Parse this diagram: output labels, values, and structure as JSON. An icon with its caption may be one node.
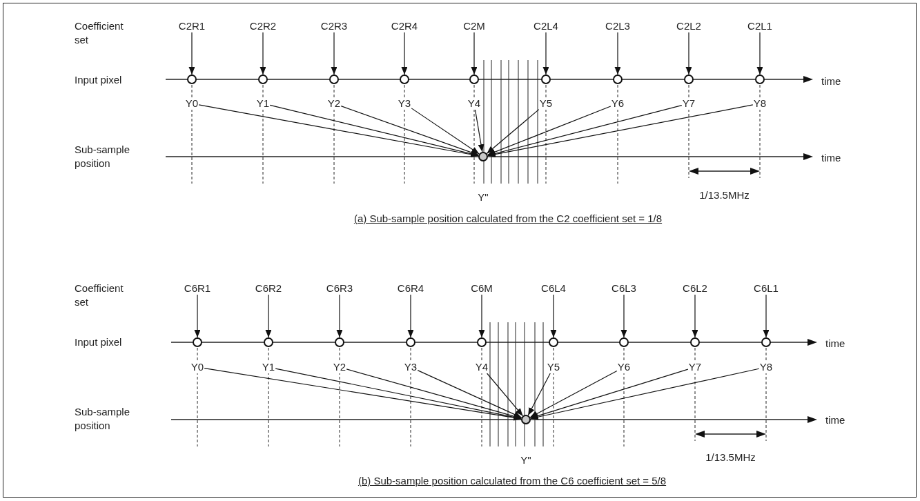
{
  "diagram": {
    "nodes": [
      {
        "text": [
          "C2R1"
        ]
      },
      {
        "text": [
          "C2R2"
        ]
      },
      {
        "text": [
          "C2R3"
        ]
      },
      {
        "text": [
          "C2R4"
        ]
      },
      {
        "text": [
          "C2M"
        ]
      },
      {
        "text": [
          "C2L4"
        ]
      },
      {
        "text": [
          "C2L3"
        ]
      },
      {
        "text": [
          "C2L2"
        ]
      },
      {
        "text": [
          "C2L1"
        ]
      },
      {
        "text": [],
        "shape": "circle"
      },
      {
        "text": [],
        "shape": "circle"
      },
      {
        "text": [],
        "shape": "circle"
      },
      {
        "text": [],
        "shape": "circle"
      },
      {
        "text": [],
        "shape": "circle"
      },
      {
        "text": [],
        "shape": "circle"
      },
      {
        "text": [],
        "shape": "circle"
      },
      {
        "text": [],
        "shape": "circle"
      },
      {
        "text": [],
        "shape": "circle"
      },
      {
        "text": [
          "Y0"
        ]
      },
      {
        "text": [
          "Y1"
        ]
      },
      {
        "text": [
          "Y2"
        ]
      },
      {
        "text": [
          "Y3"
        ]
      },
      {
        "text": [
          "Y4"
        ]
      },
      {
        "text": [
          "Y5"
        ]
      },
      {
        "text": [
          "Y6"
        ]
      },
      {
        "text": [
          "Y7"
        ]
      },
      {
        "text": [
          "Y8"
        ]
      },
      {
        "text": [],
        "shape": "circle",
        "beside": [
          "Y\""
        ]
      },
      {
        "text": [
          "C6R1"
        ]
      },
      {
        "text": [
          "C6R2"
        ]
      },
      {
        "text": [
          "C6R3"
        ]
      },
      {
        "text": [
          "C6R4"
        ]
      },
      {
        "text": [
          "C6M"
        ]
      },
      {
        "text": [
          "C6L4"
        ]
      },
      {
        "text": [
          "C6L3"
        ]
      },
      {
        "text": [
          "C6L2"
        ]
      },
      {
        "text": [
          "C6L1"
        ]
      },
      {
        "text": [],
        "shape": "circle"
      },
      {
        "text": [],
        "shape": "circle"
      },
      {
        "text": [],
        "shape": "circle"
      },
      {
        "text": [],
        "shape": "circle"
      },
      {
        "text": [],
        "shape": "circle"
      },
      {
        "text": [],
        "shape": "circle"
      },
      {
        "text": [],
        "shape": "circle"
      },
      {
        "text": [],
        "shape": "circle"
      },
      {
        "text": [],
        "shape": "circle"
      },
      {
        "text": [
          "Y0"
        ]
      },
      {
        "text": [
          "Y1"
        ]
      },
      {
        "text": [
          "Y2"
        ]
      },
      {
        "text": [
          "Y3"
        ]
      },
      {
        "text": [
          "Y4"
        ]
      },
      {
        "text": [
          "Y5"
        ]
      },
      {
        "text": [
          "Y6"
        ]
      },
      {
        "text": [
          "Y7"
        ]
      },
      {
        "text": [
          "Y8"
        ]
      },
      {
        "text": [],
        "shape": "circle",
        "beside": [
          "Y\""
        ]
      }
    ],
    "edges": [
      {
        "from": 0,
        "to": 9,
        "arrow": "to"
      },
      {
        "from": 1,
        "to": 10,
        "arrow": "to"
      },
      {
        "from": 2,
        "to": 11,
        "arrow": "to"
      },
      {
        "from": 3,
        "to": 12,
        "arrow": "to"
      },
      {
        "from": 4,
        "to": 13,
        "arrow": "to"
      },
      {
        "from": 5,
        "to": 14,
        "arrow": "to"
      },
      {
        "from": 6,
        "to": 15,
        "arrow": "to"
      },
      {
        "from": 7,
        "to": 16,
        "arrow": "to"
      },
      {
        "from": 8,
        "to": 17,
        "arrow": "to"
      },
      {
        "from": 18,
        "to": 27,
        "arrow": "to"
      },
      {
        "from": 19,
        "to": 27,
        "arrow": "to"
      },
      {
        "from": 20,
        "to": 27,
        "arrow": "to"
      },
      {
        "from": 21,
        "to": 27,
        "arrow": "to"
      },
      {
        "from": 22,
        "to": 27,
        "arrow": "to"
      },
      {
        "from": 23,
        "to": 27,
        "arrow": "to"
      },
      {
        "from": 24,
        "to": 27,
        "arrow": "to"
      },
      {
        "from": 25,
        "to": 27,
        "arrow": "to"
      },
      {
        "from": 26,
        "to": 27,
        "arrow": "to"
      },
      {
        "from": 28,
        "to": 37,
        "arrow": "to"
      },
      {
        "from": 29,
        "to": 38,
        "arrow": "to"
      },
      {
        "from": 30,
        "to": 39,
        "arrow": "to"
      },
      {
        "from": 31,
        "to": 40,
        "arrow": "to"
      },
      {
        "from": 32,
        "to": 41,
        "arrow": "to"
      },
      {
        "from": 33,
        "to": 42,
        "arrow": "to"
      },
      {
        "from": 34,
        "to": 43,
        "arrow": "to"
      },
      {
        "from": 35,
        "to": 44,
        "arrow": "to"
      },
      {
        "from": 36,
        "to": 45,
        "arrow": "to"
      },
      {
        "from": 46,
        "to": 55,
        "arrow": "to"
      },
      {
        "from": 47,
        "to": 55,
        "arrow": "to"
      },
      {
        "from": 48,
        "to": 55,
        "arrow": "to"
      },
      {
        "from": 49,
        "to": 55,
        "arrow": "to"
      },
      {
        "from": 50,
        "to": 55,
        "arrow": "to"
      },
      {
        "from": 51,
        "to": 55,
        "arrow": "to"
      },
      {
        "from": 52,
        "to": 55,
        "arrow": "to"
      },
      {
        "from": 53,
        "to": 55,
        "arrow": "to"
      },
      {
        "from": 54,
        "to": 55,
        "arrow": "to"
      }
    ],
    "labels": [
      "Coefficient set",
      "Input pixel",
      "time",
      "Sub-sample position",
      "time",
      "1/13.5MHz",
      "(a) Sub-sample position calculated from the C2 coefficient set = 1/8",
      "Coefficient set",
      "Input pixel",
      "time",
      "Sub-sample position",
      "time",
      "1/13.5MHz",
      "(b) Sub-sample position calculated from the C6 coefficient set = 5/8"
    ]
  }
}
